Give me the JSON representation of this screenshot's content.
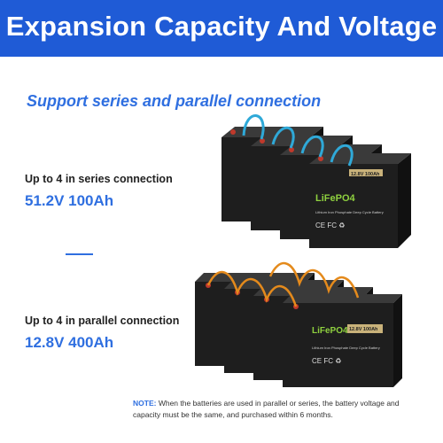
{
  "header": {
    "title": "Expansion Capacity And Voltage"
  },
  "subtitle": "Support series and parallel connection",
  "series": {
    "label": "Up to 4 in series connection",
    "spec": "51.2V 100Ah"
  },
  "parallel": {
    "label": "Up to 4 in parallel connection",
    "spec": "12.8V 400Ah"
  },
  "battery": {
    "brand": "LiFePO4",
    "model": "12.8V 100Ah",
    "description": "Lithium Iron Phosphate Deep Cycle Battery",
    "marks": "CE FC ♻"
  },
  "note": {
    "label": "NOTE:",
    "text": "When the batteries are used in parallel or series, the battery voltage and capacity must be the same, and purchased within 6 months."
  },
  "colors": {
    "banner": "#1f5bd6",
    "accent": "#2f6fe0",
    "series_cable": "#2fa9d8",
    "parallel_cable": "#e48a1c",
    "battery_body": "#1c1c1c",
    "brand": "#8fd13f"
  }
}
